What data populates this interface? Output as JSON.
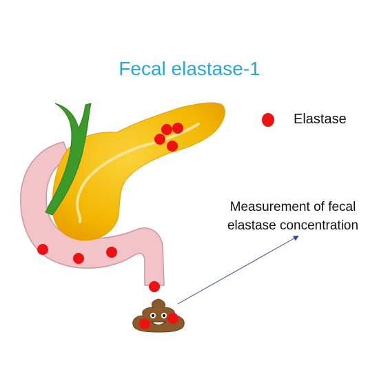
{
  "title": "Fecal elastase-1",
  "legend": {
    "label": "Elastase",
    "dot_color": "#ee1111"
  },
  "annotation": {
    "line1": "Measurement of fecal",
    "line2": "elastase concentration"
  },
  "colors": {
    "title": "#2aa5dc",
    "pancreas": "#f2b600",
    "pancreatic_duct": "#f7e49a",
    "duodenum": "#f2c4c8",
    "bile_duct": "#3a9a2a",
    "enzyme": "#ee1111",
    "arrow": "#33468f"
  },
  "icons": {
    "stool": "stool-icon"
  }
}
